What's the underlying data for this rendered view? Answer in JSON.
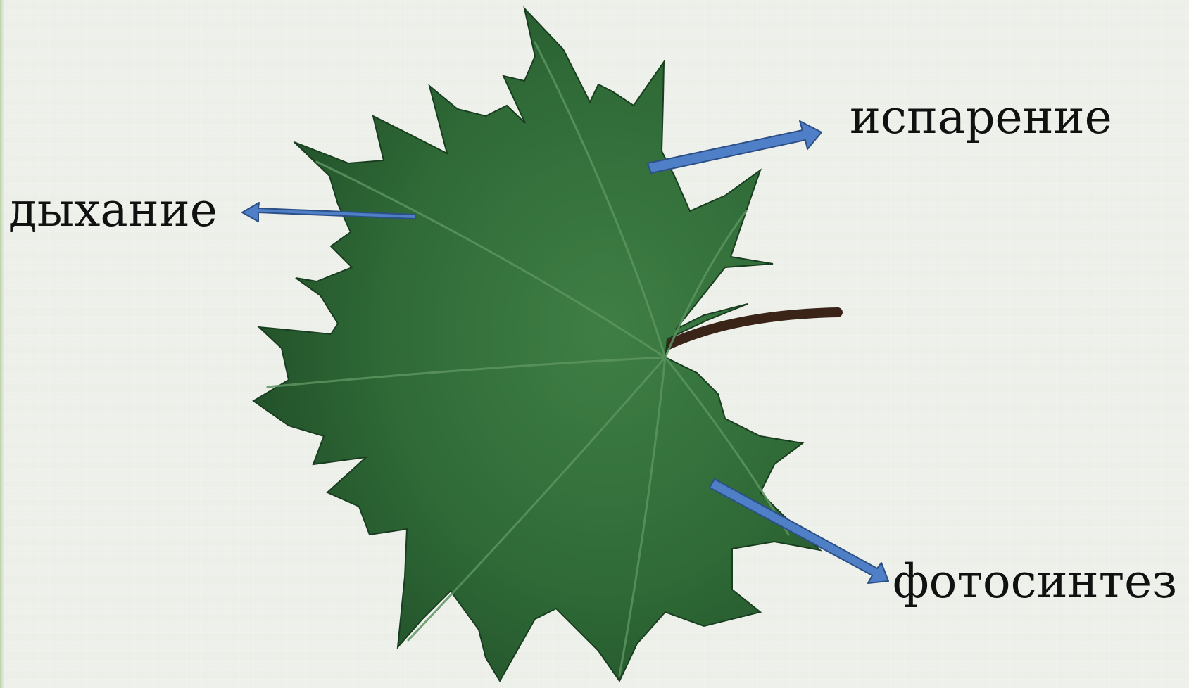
{
  "labels": {
    "evaporation": "испарение",
    "respiration": "дыхание",
    "photosynthesis": "фотосинтез"
  },
  "colors": {
    "background": "#eceee8",
    "leaf_dark": "#1f4a26",
    "leaf_mid": "#2f6a37",
    "leaf_light": "#3f7f45",
    "vein": "#5c9460",
    "stem": "#3a2418",
    "arrow_fill": "#4f7fc6",
    "arrow_stroke": "#2c4f86",
    "text": "#111111"
  },
  "icons": {
    "leaf": "maple-leaf-icon"
  }
}
